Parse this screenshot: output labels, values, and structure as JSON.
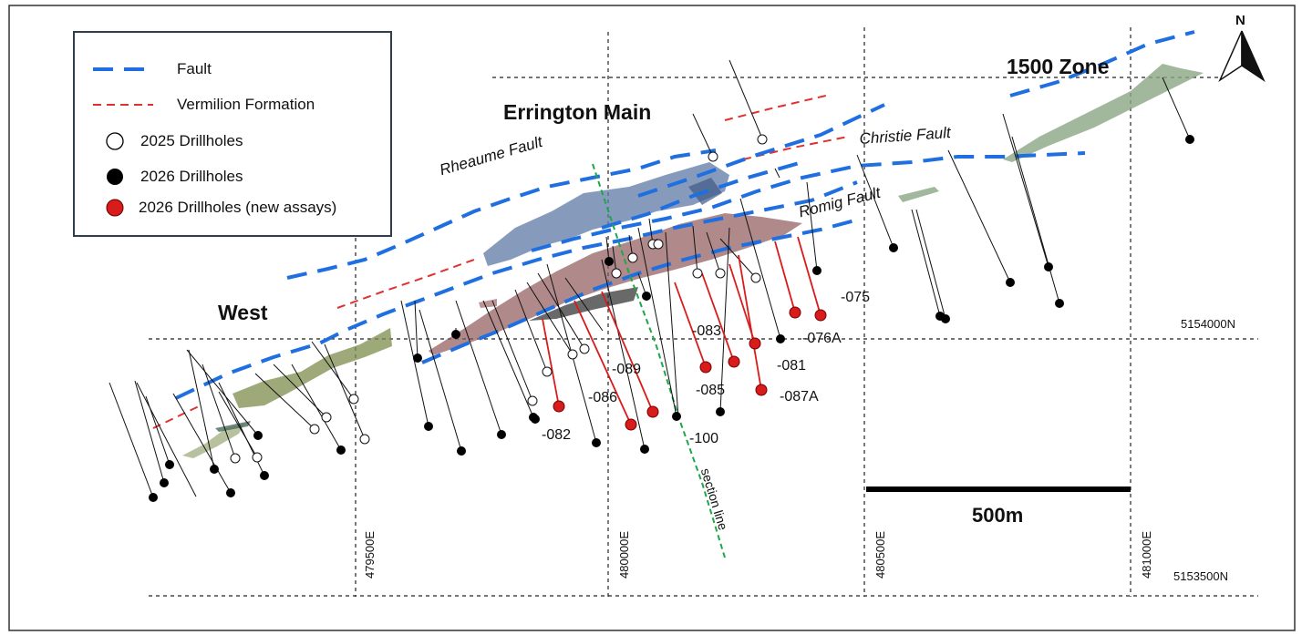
{
  "legend": {
    "items": [
      {
        "label": "Fault",
        "symbol": "dash-blue",
        "color": "#1f6fe0"
      },
      {
        "label": "Vermilion Formation",
        "symbol": "dash-red",
        "color": "#e03030"
      },
      {
        "label": "2025 Drillholes",
        "symbol": "circle-open",
        "color": "#000000"
      },
      {
        "label": "2026 Drillholes",
        "symbol": "circle-black",
        "color": "#000000"
      },
      {
        "label": "2026 Drillholes (new assays)",
        "symbol": "circle-red",
        "color": "#d81b1b"
      }
    ]
  },
  "zones": {
    "west": "West",
    "errington_main": "Errington Main",
    "zone_1500": "1500 Zone"
  },
  "faults": {
    "rheaume": "Rheaume Fault",
    "christie": "Christie Fault",
    "romig": "Romig Fault"
  },
  "hole_labels": [
    "-075",
    "-076A",
    "-083",
    "-081",
    "-087A",
    "-085",
    "-089",
    "-086",
    "-082",
    "-100"
  ],
  "section_line": "section line",
  "grid": {
    "eastings": [
      "479500E",
      "480000E",
      "480500E",
      "481000E"
    ],
    "northings": [
      "5154000N",
      "5153500N"
    ]
  },
  "scale_bar": "500m",
  "north_arrow": "N",
  "colors": {
    "fault": "#1f6fe0",
    "vermilion": "#e03030",
    "west_zone": "#7d8c4e",
    "errington_blue": "#5d7aa6",
    "errington_red": "#8e5858",
    "zone_1500": "#8aa684",
    "section_line": "#1fa64a"
  }
}
